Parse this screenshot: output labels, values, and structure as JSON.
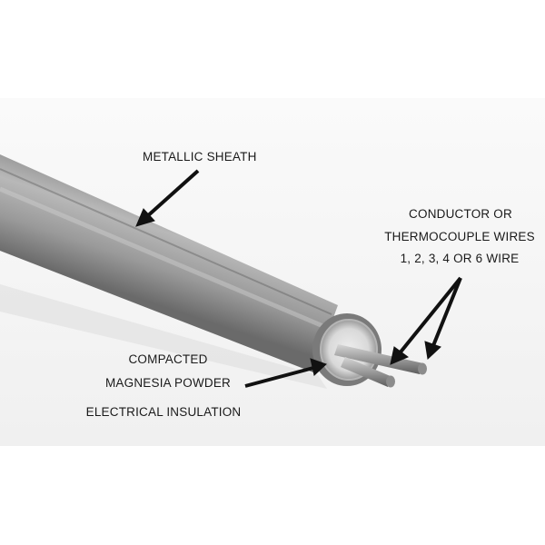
{
  "labels": {
    "sheath": "METALLIC SHEATH",
    "wires": [
      "CONDUCTOR OR",
      "THERMOCOUPLE WIRES",
      "1, 2, 3, 4 OR 6 WIRE"
    ],
    "insulation": [
      "COMPACTED",
      "MAGNESIA POWDER",
      "ELECTRICAL INSULATION"
    ]
  },
  "colors": {
    "background": "#f6f6f6",
    "sheath_dark": "#6e6e6e",
    "sheath_light": "#bdbdbd",
    "arrow": "#111111"
  }
}
